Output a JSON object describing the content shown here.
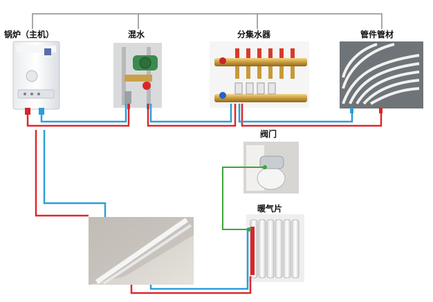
{
  "labels": {
    "boiler": "锅炉（主机）",
    "mixer": "混水",
    "manifold": "分集水器",
    "pipes": "管件管材",
    "valve": "阀门",
    "radiator": "暖气片"
  },
  "colors": {
    "supply_pipe": "#e0262a",
    "return_pipe": "#2a9fd8",
    "connector": "#8b8b8b",
    "valve_link": "#3aa63a"
  }
}
